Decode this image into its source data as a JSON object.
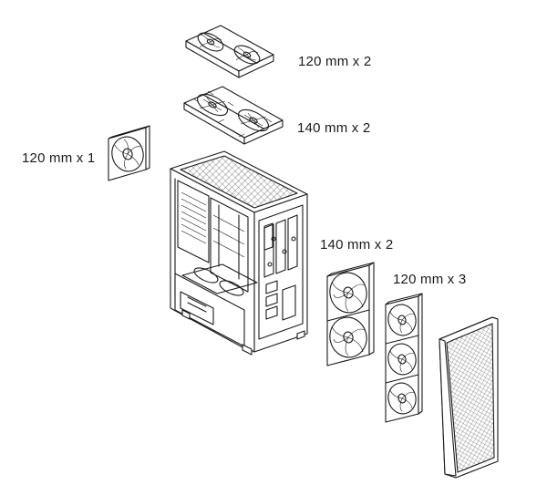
{
  "labels": {
    "top_front_fans": "120 mm x 2",
    "top_rear_fans": "140 mm x 2",
    "rear_fan": "120 mm x 1",
    "front_large_fans": "140 mm x 2",
    "front_small_fans": "120 mm x 3"
  },
  "colors": {
    "line": "#1a1a1a",
    "background": "#ffffff"
  }
}
